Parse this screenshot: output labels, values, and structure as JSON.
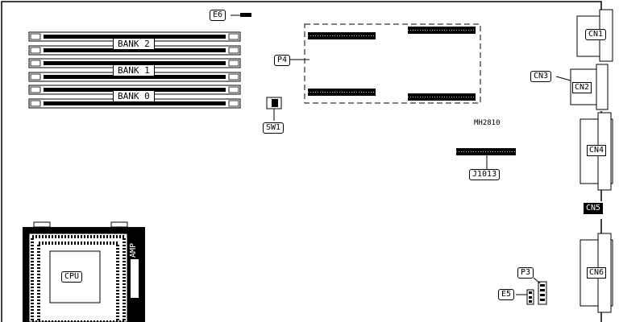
{
  "board_model": "MH2810",
  "memory_banks": [
    "BANK 2",
    "BANK 1",
    "BANK 0"
  ],
  "jumpers": {
    "e6": "E6",
    "e5": "E5",
    "p3": "P3",
    "p4": "P4",
    "sw1": "SW1",
    "j1013": "J1013"
  },
  "connectors": {
    "cn1": "CN1",
    "cn2": "CN2",
    "cn3": "CN3",
    "cn4": "CN4",
    "cn5": "CN5",
    "cn6": "CN6"
  },
  "cpu": {
    "label": "CPU",
    "socket_brand": "AMP"
  }
}
